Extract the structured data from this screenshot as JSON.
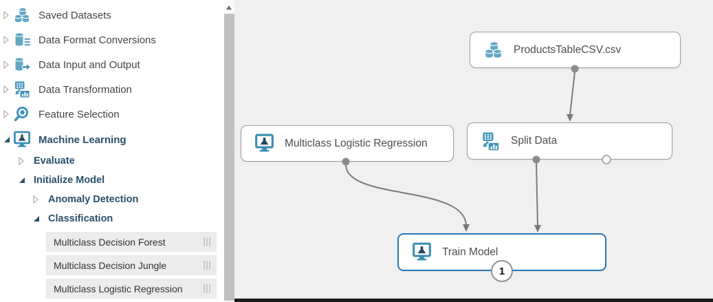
{
  "sidebar": {
    "items": [
      {
        "label": "Saved Datasets",
        "icon": "database-stack-icon",
        "state": "collapsed",
        "level": 0
      },
      {
        "label": "Data Format Conversions",
        "icon": "database-lines-icon",
        "state": "collapsed",
        "level": 0
      },
      {
        "label": "Data Input and Output",
        "icon": "database-arrow-icon",
        "state": "collapsed",
        "level": 0
      },
      {
        "label": "Data Transformation",
        "icon": "grid-chart-icon",
        "state": "collapsed",
        "level": 0
      },
      {
        "label": "Feature Selection",
        "icon": "magnifier-icon",
        "state": "collapsed",
        "level": 0
      },
      {
        "label": "Machine Learning",
        "icon": "ml-monitor-icon",
        "state": "expanded",
        "level": 0
      },
      {
        "label": "Evaluate",
        "state": "collapsed",
        "level": 1
      },
      {
        "label": "Initialize Model",
        "state": "expanded",
        "level": 1
      },
      {
        "label": "Anomaly Detection",
        "state": "collapsed",
        "level": 2
      },
      {
        "label": "Classification",
        "state": "expanded",
        "level": 2
      },
      {
        "label": "Multiclass Decision Forest",
        "type": "module"
      },
      {
        "label": "Multiclass Decision Jungle",
        "type": "module"
      },
      {
        "label": "Multiclass Logistic Regression",
        "type": "module"
      }
    ]
  },
  "canvas": {
    "nodes": [
      {
        "label": "ProductsTableCSV.csv",
        "icon": "database-stack-icon",
        "selected": false
      },
      {
        "label": "Multiclass Logistic Regression",
        "icon": "ml-monitor-icon",
        "selected": false
      },
      {
        "label": "Split Data",
        "icon": "grid-chart-icon",
        "selected": false
      },
      {
        "label": "Train Model",
        "icon": "ml-monitor-icon",
        "selected": true,
        "badge": "1"
      }
    ]
  },
  "colors": {
    "icon_blue": "#4293ba",
    "cylinder_blue": "#63a7c5",
    "flask_navy": "#27455c",
    "selected_node_border": "#2678b8",
    "bold_item_text": "#27506b",
    "category_text": "#444444",
    "canvas_background": "#f0f0f0",
    "edge_gray": "#7a7a7a"
  }
}
